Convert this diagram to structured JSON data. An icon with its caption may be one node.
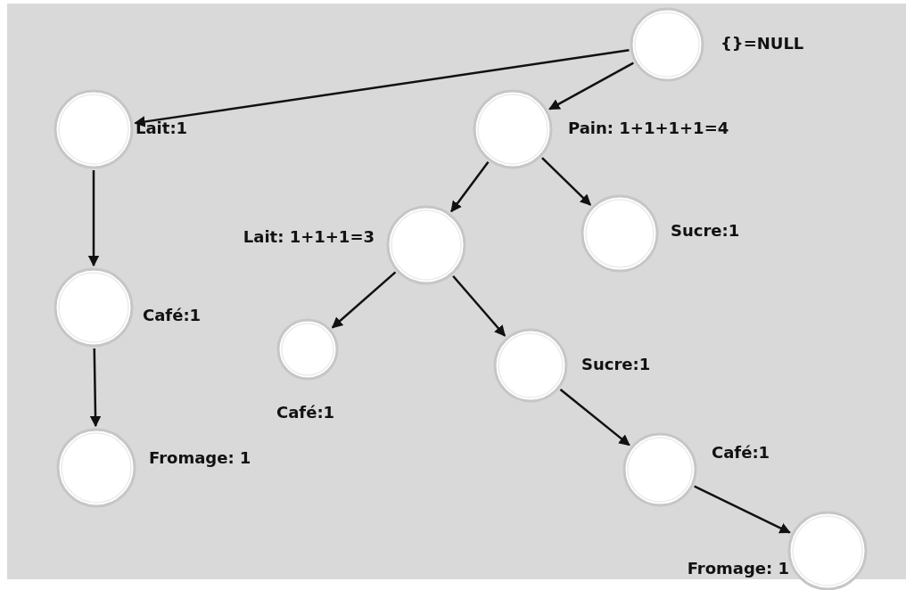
{
  "diagram": {
    "nodes": [
      {
        "text": [],
        "shape": "circle",
        "beside": [
          "{}=NULL"
        ]
      },
      {
        "text": [],
        "shape": "circle",
        "beside": [
          "Lait:1"
        ]
      },
      {
        "text": [],
        "shape": "circle",
        "beside": [
          "Pain: 1+1+1+1=4"
        ]
      },
      {
        "text": [],
        "shape": "circle",
        "beside": [
          "Lait: 1+1+1=3"
        ]
      },
      {
        "text": [],
        "shape": "circle",
        "beside": [
          "Sucre:1"
        ]
      },
      {
        "text": [],
        "shape": "circle",
        "beside": [
          "Café:1"
        ]
      },
      {
        "text": [],
        "shape": "circle",
        "beside": [
          "Café:1"
        ]
      },
      {
        "text": [],
        "shape": "circle",
        "beside": [
          "Sucre:1"
        ]
      },
      {
        "text": [],
        "shape": "circle",
        "beside": [
          "Fromage: 1"
        ]
      },
      {
        "text": [],
        "shape": "circle",
        "beside": [
          "Café:1"
        ]
      },
      {
        "text": [],
        "shape": "circle",
        "beside": [
          "Fromage: 1"
        ]
      }
    ],
    "edges": [
      {
        "from": 0,
        "to": 1,
        "arrow": "to"
      },
      {
        "from": 0,
        "to": 2,
        "arrow": "to"
      },
      {
        "from": 2,
        "to": 3,
        "arrow": "to"
      },
      {
        "from": 2,
        "to": 4,
        "arrow": "to"
      },
      {
        "from": 1,
        "to": 5,
        "arrow": "to"
      },
      {
        "from": 3,
        "to": 6,
        "arrow": "to"
      },
      {
        "from": 3,
        "to": 7,
        "arrow": "to"
      },
      {
        "from": 5,
        "to": 8,
        "arrow": "to"
      },
      {
        "from": 7,
        "to": 9,
        "arrow": "to"
      },
      {
        "from": 9,
        "to": 10,
        "arrow": "to"
      }
    ]
  }
}
